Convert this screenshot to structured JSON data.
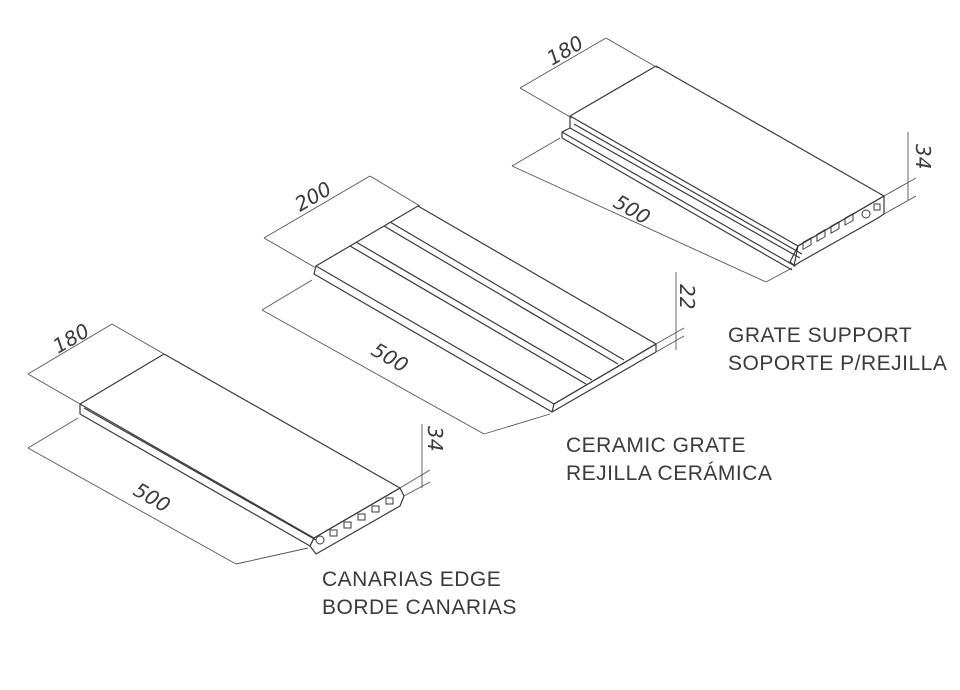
{
  "pieces": [
    {
      "id": "canarias-edge",
      "label_en": "CANARIAS EDGE",
      "label_es": "BORDE CANARIAS",
      "width": "180",
      "length": "500",
      "height": "34"
    },
    {
      "id": "ceramic-grate",
      "label_en": "CERAMIC GRATE",
      "label_es": "REJILLA CERÁMICA",
      "width": "200",
      "length": "500",
      "height": "22"
    },
    {
      "id": "grate-support",
      "label_en": "GRATE SUPPORT",
      "label_es": "SOPORTE P/REJILLA",
      "width": "180",
      "length": "500",
      "height": "34"
    }
  ],
  "colors": {
    "line": "#3a3a3a",
    "text": "#3a3a3a",
    "background": "#ffffff"
  }
}
